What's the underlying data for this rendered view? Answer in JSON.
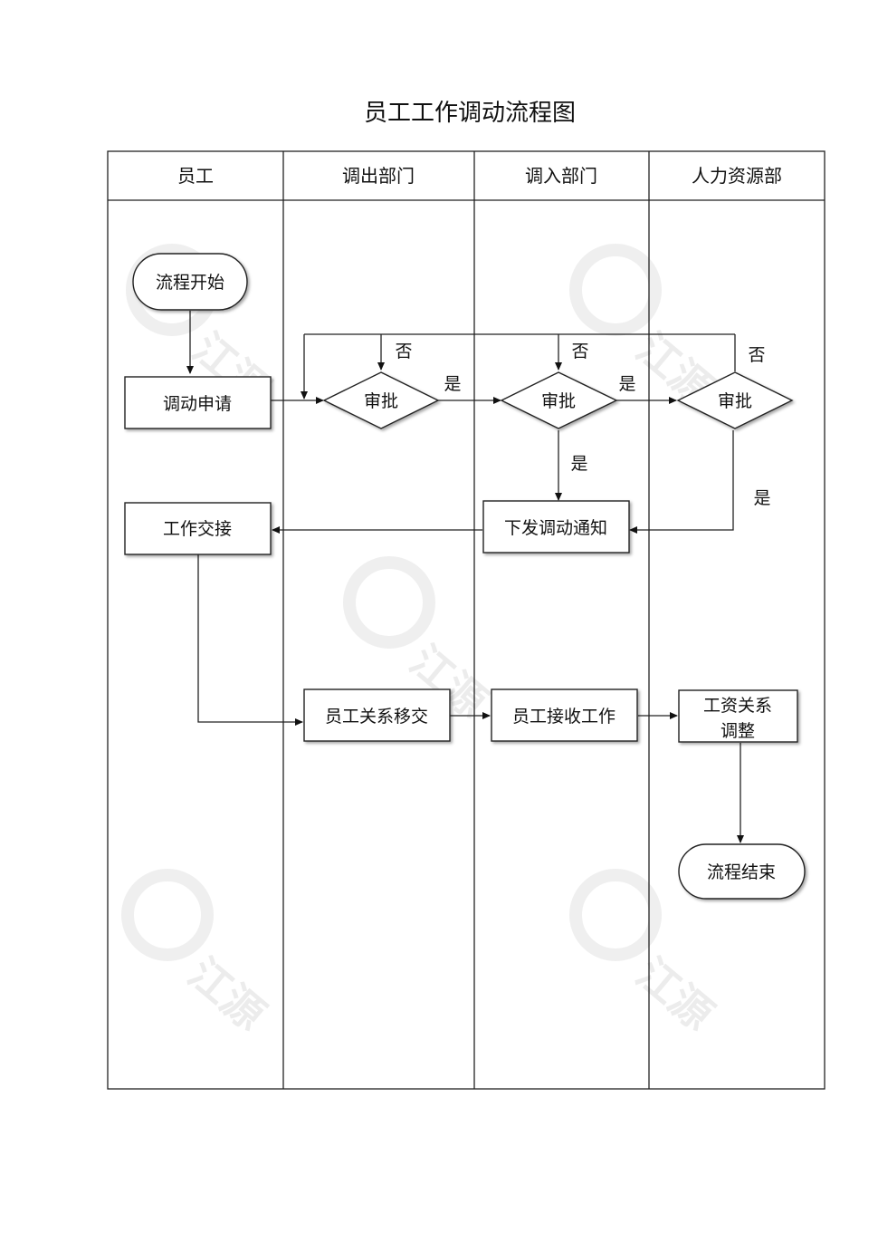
{
  "title": "员工工作调动流程图",
  "lanes": [
    "员工",
    "调出部门",
    "调入部门",
    "人力资源部"
  ],
  "nodes": {
    "start": "流程开始",
    "apply": "调动申请",
    "approve_out": "审批",
    "approve_in": "审批",
    "approve_hr": "审批",
    "notice": "下发调动通知",
    "handover": "工作交接",
    "transfer": "员工关系移交",
    "receive": "员工接收工作",
    "adjust_line1": "工资关系",
    "adjust_line2": "调整",
    "end": "流程结束"
  },
  "edge_labels": {
    "out_yes": "是",
    "in_yes_right": "是",
    "in_yes_down": "是",
    "hr_yes": "是",
    "out_no": "否",
    "in_no": "否",
    "hr_no": "否"
  },
  "watermark": {
    "text": "江源",
    "color": "#ececec"
  }
}
